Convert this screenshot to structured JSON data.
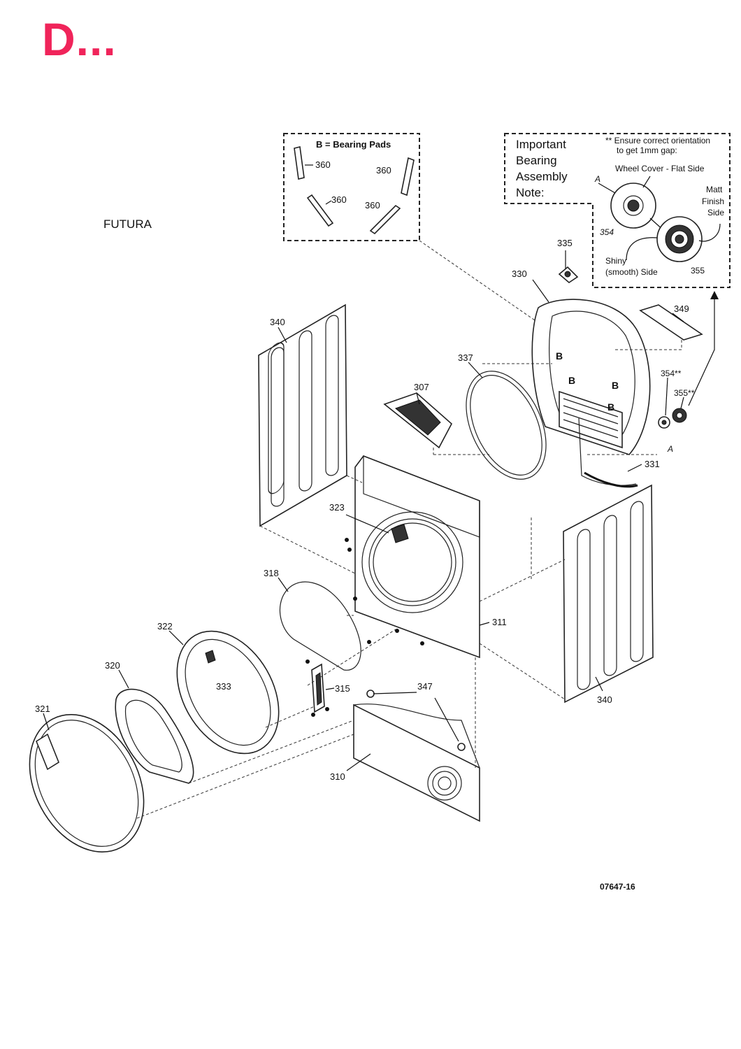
{
  "header": {
    "title": "D..."
  },
  "model": "FUTURA",
  "document_number": "07647-16",
  "bearing_pads_box": {
    "title": "B = Bearing Pads",
    "pad_labels": [
      "360",
      "360",
      "360",
      "360"
    ]
  },
  "bearing_note": {
    "heading_lines": [
      "Important",
      "Bearing",
      "Assembly",
      "Note:"
    ],
    "ensure_lines": [
      "** Ensure correct orientation",
      "to get 1mm gap:"
    ],
    "wheel_cover": "Wheel Cover - Flat Side",
    "matt_lines": [
      "Matt",
      "Finish",
      "Side"
    ],
    "shiny_lines": [
      "Shiny",
      "(smooth) Side"
    ],
    "label_a": "A",
    "label_354": "354",
    "label_355": "355"
  },
  "drum_marks": [
    "B",
    "B",
    "B",
    "B"
  ],
  "callouts": {
    "c335": "335",
    "c330": "330",
    "c349": "349",
    "c340_top": "340",
    "c337": "337",
    "c307": "307",
    "c354s": "354**",
    "c355s": "355**",
    "c_a": "A",
    "c331": "331",
    "c323": "323",
    "c318": "318",
    "c311": "311",
    "c322": "322",
    "c320": "320",
    "c333": "333",
    "c315": "315",
    "c347": "347",
    "c321": "321",
    "c340_bottom": "340",
    "c310": "310"
  }
}
